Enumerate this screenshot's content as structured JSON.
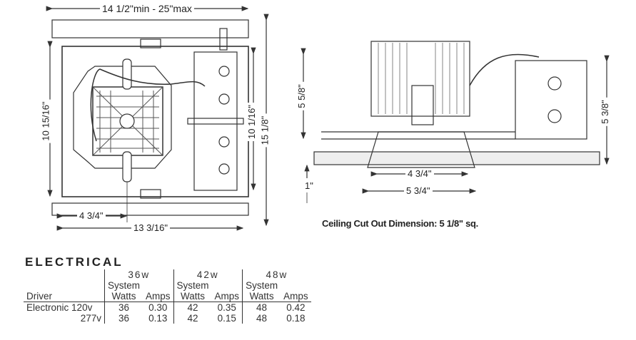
{
  "top_view": {
    "width_range": "14 1/2\"min - 25\"max",
    "plate_height": "10 15/16\"",
    "box_height": "10 1/16\"",
    "overall_height": "15 1/8\"",
    "offset_width": "4 3/4\"",
    "plate_width": "13 3/16\""
  },
  "side_view": {
    "fixture_height": "5 5/8\"",
    "box_height": "5 3/8\"",
    "aperture_inner": "4 3/4\"",
    "aperture_outer": "5 3/4\"",
    "ceiling_thickness": "1\""
  },
  "caption": "Ceiling Cut Out Dimension: 5 1/8\" sq.",
  "electrical": {
    "title": "ELECTRICAL",
    "power_groups": [
      "36w",
      "42w",
      "48w"
    ],
    "sub_header_top": "System",
    "col_watts": "Watts",
    "col_amps": "Amps",
    "driver_header": "Driver",
    "rows": [
      {
        "driver": "Electronic",
        "voltage": "120v",
        "values": [
          "36",
          "0.30",
          "42",
          "0.35",
          "48",
          "0.42"
        ]
      },
      {
        "driver": "",
        "voltage": "277v",
        "values": [
          "36",
          "0.13",
          "42",
          "0.15",
          "48",
          "0.18"
        ]
      }
    ]
  }
}
